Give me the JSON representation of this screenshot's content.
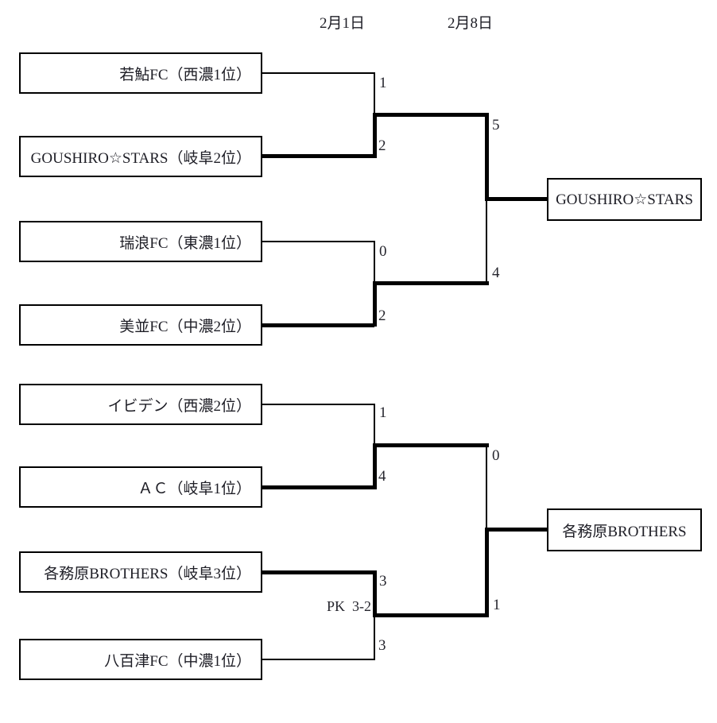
{
  "dates": {
    "round1": "2月1日",
    "final": "2月8日"
  },
  "blocks": [
    {
      "r1": [
        {
          "top_team": "若鮎FC（西濃1位）",
          "top_score": "1",
          "bottom_team": "GOUSHIRO☆STARS（岐阜2位）",
          "bottom_score": "2"
        },
        {
          "top_team": "瑞浪FC（東濃1位）",
          "top_score": "0",
          "bottom_team": "美並FC（中濃2位）",
          "bottom_score": "2"
        }
      ],
      "final": {
        "top_score": "5",
        "bottom_score": "4"
      },
      "champion": "GOUSHIRO☆STARS"
    },
    {
      "r1": [
        {
          "top_team": "イビデン（西濃2位）",
          "top_score": "1",
          "bottom_team": "ＡＣ（岐阜1位）",
          "bottom_score": "4"
        },
        {
          "top_team": "各務原BROTHERS（岐阜3位）",
          "top_score": "3",
          "bottom_team": "八百津FC（中濃1位）",
          "bottom_score": "3",
          "penalty_note": "PK  3-2"
        }
      ],
      "final": {
        "top_score": "0",
        "bottom_score": "1"
      },
      "champion": "各務原BROTHERS"
    }
  ]
}
